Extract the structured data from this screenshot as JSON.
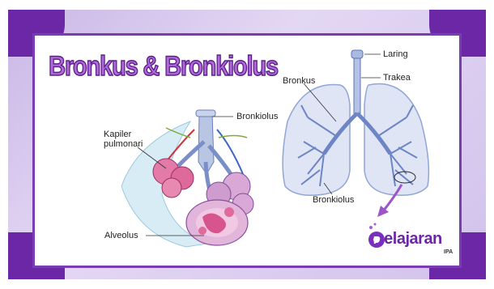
{
  "title": "Bronkus & Bronkiolus",
  "left_diagram": {
    "labels": {
      "bronkiolus": "Bronkiolus",
      "kapiler_line1": "Kapiler",
      "kapiler_line2": "pulmonari",
      "alveolus": "Alveolus"
    }
  },
  "right_diagram": {
    "labels": {
      "laring": "Laring",
      "trakea": "Trakea",
      "bronkus": "Bronkus",
      "bronkiolus": "Bronkiolus"
    }
  },
  "brand": {
    "initial": "P",
    "name": "elajaran",
    "sub": "IPA"
  },
  "colors": {
    "frame_purple": "#6b27a6",
    "title_fill": "#b06ad8",
    "lung_blue": "#8fa6d6",
    "alveoli_pink": "#d7558f"
  }
}
